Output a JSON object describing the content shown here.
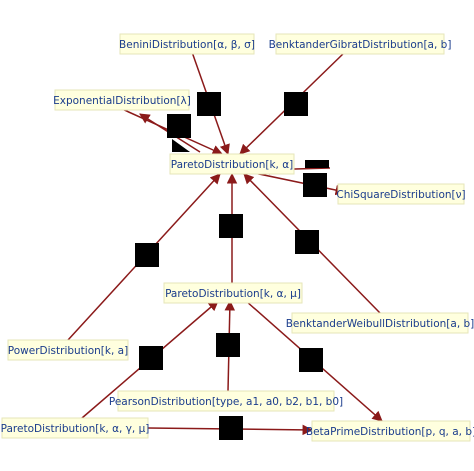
{
  "graph": {
    "nodes": [
      {
        "id": "benini",
        "label": "BeniniDistribution[α, β, σ]"
      },
      {
        "id": "benktander_gibrat",
        "label": "BenktanderGibratDistribution[a, b]"
      },
      {
        "id": "exponential",
        "label": "ExponentialDistribution[λ]"
      },
      {
        "id": "pareto_center",
        "label": "ParetoDistribution[k, α]"
      },
      {
        "id": "chisquare",
        "label": "ChiSquareDistribution[ν]"
      },
      {
        "id": "pareto_mu",
        "label": "ParetoDistribution[k, α, μ]"
      },
      {
        "id": "benktander_weibull",
        "label": "BenktanderWeibullDistribution[a, b]"
      },
      {
        "id": "power",
        "label": "PowerDistribution[k, a]"
      },
      {
        "id": "pearson",
        "label": "PearsonDistribution[type, a1, a0, b2, b1, b0]"
      },
      {
        "id": "pareto_4",
        "label": "ParetoDistribution[k, α, γ, μ]"
      },
      {
        "id": "betaprime",
        "label": "BetaPrimeDistribution[p, q, a, b]"
      }
    ],
    "edges": [
      {
        "from": "benini",
        "to": "pareto_center"
      },
      {
        "from": "benktander_gibrat",
        "to": "pareto_center"
      },
      {
        "from": "pareto_center",
        "to": "exponential"
      },
      {
        "from": "exponential",
        "to": "pareto_center"
      },
      {
        "from": "pareto_center",
        "to": "chisquare"
      },
      {
        "from": "chisquare",
        "to": "pareto_center"
      },
      {
        "from": "pareto_mu",
        "to": "pareto_center"
      },
      {
        "from": "benktander_weibull",
        "to": "pareto_center"
      },
      {
        "from": "power",
        "to": "pareto_center"
      },
      {
        "from": "pearson",
        "to": "pareto_mu"
      },
      {
        "from": "pareto_4",
        "to": "pareto_mu"
      },
      {
        "from": "pareto_mu",
        "to": "betaprime"
      },
      {
        "from": "pareto_4",
        "to": "betaprime"
      }
    ]
  },
  "colors": {
    "edge": "#8b1a1a",
    "node_fill": "#ffffde",
    "node_border": "#e6e6b8",
    "node_text": "#1a3c8c",
    "label_block": "#000000"
  }
}
